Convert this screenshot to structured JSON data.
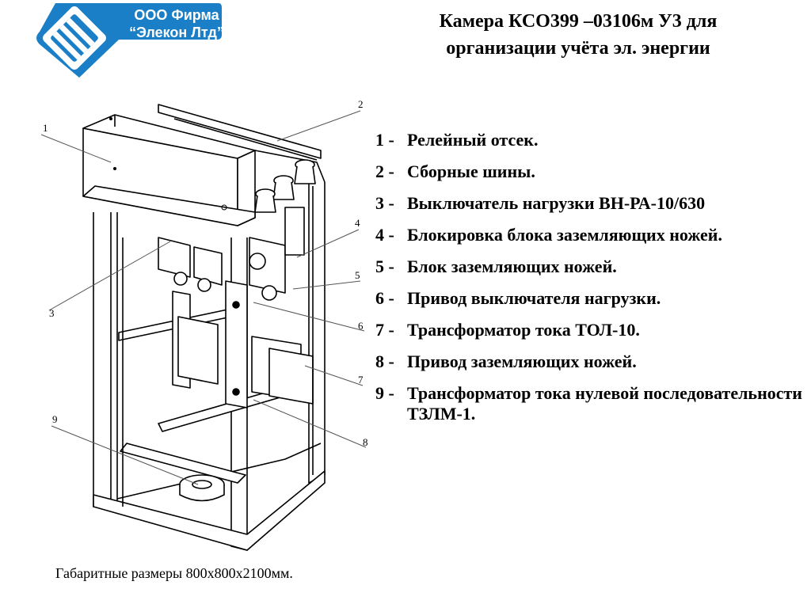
{
  "logo": {
    "line1": "ООО Фирма",
    "line2": "“Элекон Лтд”",
    "color": "#1a7fc6"
  },
  "title": {
    "line1": "Камера КСО399 –03106м У3  для",
    "line2": "организации  учёта эл. энергии"
  },
  "legend": [
    {
      "num": "1 -",
      "text": "Релейный отсек."
    },
    {
      "num": "2 -",
      "text": "Сборные шины."
    },
    {
      "num": "3 -",
      "text": "Выключатель нагрузки ВН-РА-10/630"
    },
    {
      "num": "4 -",
      "text": "Блокировка блока заземляющих ножей."
    },
    {
      "num": "5 -",
      "text": "Блок заземляющих ножей."
    },
    {
      "num": "6 -",
      "text": "Привод выключателя нагрузки."
    },
    {
      "num": "7 -",
      "text": " Трансформатор тока ТОЛ-10."
    },
    {
      "num": "8 -",
      "text": "Привод заземляющих ножей."
    },
    {
      "num": "9 -",
      "text": "Трансформатор тока нулевой последовательности ТЗЛМ-1."
    }
  ],
  "callouts": [
    "1",
    "2",
    "3",
    "4",
    "5",
    "6",
    "7",
    "8",
    "9"
  ],
  "footer": "Габаритные размеры  800х800х2100мм."
}
